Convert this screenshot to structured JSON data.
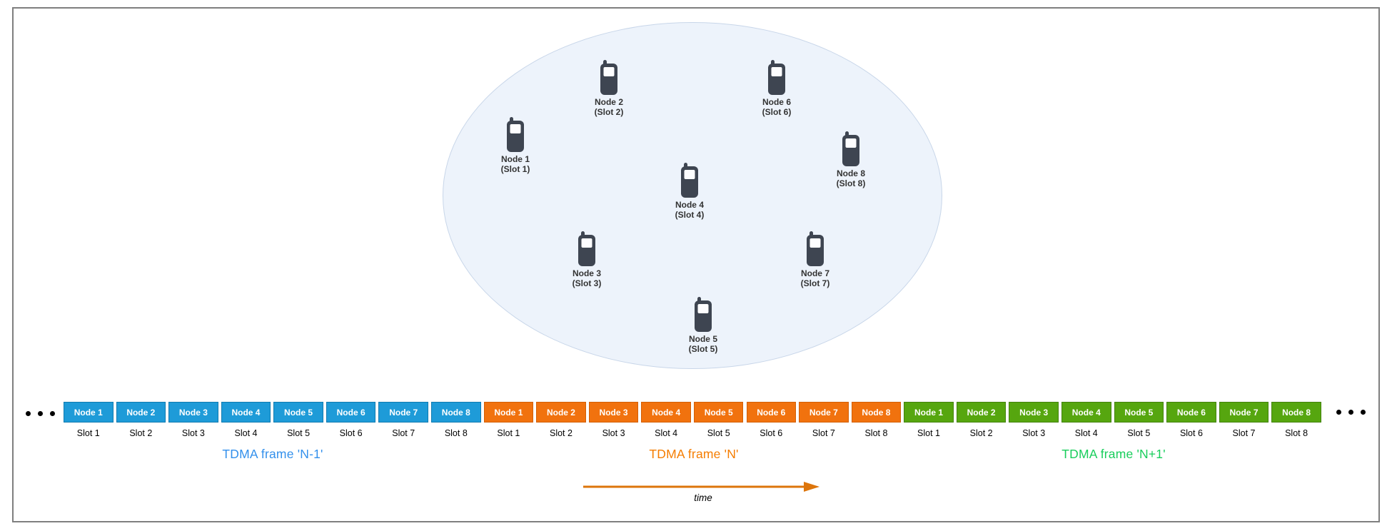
{
  "network": {
    "nodes": [
      {
        "name": "Node 1",
        "slot": "(Slot 1)"
      },
      {
        "name": "Node 2",
        "slot": "(Slot 2)"
      },
      {
        "name": "Node 3",
        "slot": "(Slot 3)"
      },
      {
        "name": "Node 4",
        "slot": "(Slot 4)"
      },
      {
        "name": "Node 5",
        "slot": "(Slot 5)"
      },
      {
        "name": "Node 6",
        "slot": "(Slot 6)"
      },
      {
        "name": "Node 7",
        "slot": "(Slot 7)"
      },
      {
        "name": "Node 8",
        "slot": "(Slot 8)"
      }
    ]
  },
  "timeline": {
    "frames": [
      {
        "label": "TDMA frame 'N-1'",
        "box_color": "#1e9bd8",
        "box_border": "#0f7ab0",
        "label_color": "#3390ec",
        "slots": [
          {
            "node": "Node 1",
            "slot": "Slot 1"
          },
          {
            "node": "Node 2",
            "slot": "Slot 2"
          },
          {
            "node": "Node 3",
            "slot": "Slot 3"
          },
          {
            "node": "Node 4",
            "slot": "Slot 4"
          },
          {
            "node": "Node 5",
            "slot": "Slot 5"
          },
          {
            "node": "Node 6",
            "slot": "Slot 6"
          },
          {
            "node": "Node 7",
            "slot": "Slot 7"
          },
          {
            "node": "Node 8",
            "slot": "Slot 8"
          }
        ]
      },
      {
        "label": "TDMA frame 'N'",
        "box_color": "#f1720e",
        "box_border": "#d25f06",
        "label_color": "#f57d00",
        "slots": [
          {
            "node": "Node 1",
            "slot": "Slot 1"
          },
          {
            "node": "Node 2",
            "slot": "Slot 2"
          },
          {
            "node": "Node 3",
            "slot": "Slot 3"
          },
          {
            "node": "Node 4",
            "slot": "Slot 4"
          },
          {
            "node": "Node 5",
            "slot": "Slot 5"
          },
          {
            "node": "Node 6",
            "slot": "Slot 6"
          },
          {
            "node": "Node 7",
            "slot": "Slot 7"
          },
          {
            "node": "Node 8",
            "slot": "Slot 8"
          }
        ]
      },
      {
        "label": "TDMA frame 'N+1'",
        "box_color": "#56a60f",
        "box_border": "#43820c",
        "label_color": "#19ce5c",
        "slots": [
          {
            "node": "Node 1",
            "slot": "Slot 1"
          },
          {
            "node": "Node 2",
            "slot": "Slot 2"
          },
          {
            "node": "Node 3",
            "slot": "Slot 3"
          },
          {
            "node": "Node 4",
            "slot": "Slot 4"
          },
          {
            "node": "Node 5",
            "slot": "Slot 5"
          },
          {
            "node": "Node 6",
            "slot": "Slot 6"
          },
          {
            "node": "Node 7",
            "slot": "Slot 7"
          },
          {
            "node": "Node 8",
            "slot": "Slot 8"
          }
        ]
      }
    ],
    "ellipsis_icon": "three-dots",
    "time_label": "time",
    "arrow_color": "#dd750b"
  },
  "colors": {
    "page_border": "#7f7f7f",
    "ellipse_fill": "#edf3fb",
    "ellipse_border": "#c8d6e9",
    "phone_icon": "#3e4551"
  }
}
